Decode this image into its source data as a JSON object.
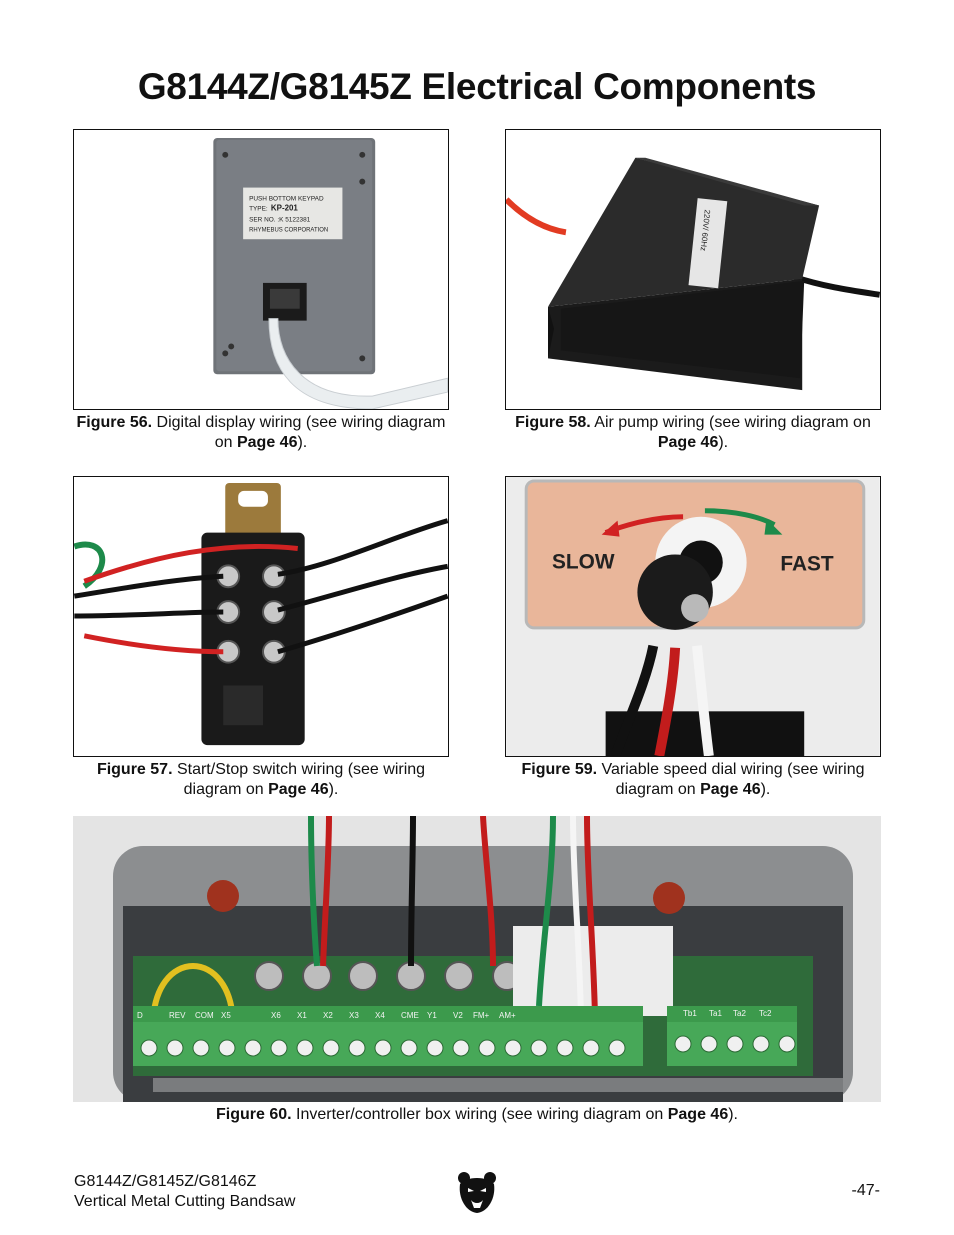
{
  "page_title": "G8144Z/G8145Z Electrical Components",
  "figures": [
    {
      "num": "Figure 56.",
      "text": " Digital display wiring (see wiring diagram on ",
      "page_ref": "Page 46",
      "end": ")."
    },
    {
      "num": "Figure 58.",
      "text": " Air pump wiring (see wiring diagram on ",
      "page_ref": "Page 46",
      "end": ")."
    },
    {
      "num": "Figure 57.",
      "text": " Start/Stop switch wiring (see wiring diagram on ",
      "page_ref": "Page 46",
      "end": ")."
    },
    {
      "num": "Figure 59.",
      "text": " Variable speed dial wiring (see wiring diagram on ",
      "page_ref": "Page 46",
      "end": ")."
    },
    {
      "num": "Figure 60.",
      "text": " Inverter/controller box wiring (see wiring diagram on ",
      "page_ref": "Page 46",
      "end": ")."
    }
  ],
  "photo_text": {
    "keypad_label": [
      "PUSH BOTTOM KEYPAD",
      "TYPE:",
      "KP-201",
      "SER NO. :K 5122381",
      "RHYMEBUS CORPORATION"
    ],
    "pump_label": "220V/ 60Hz",
    "dial_slow": "SLOW",
    "dial_fast": "FAST",
    "terminal_labels": [
      "D",
      "X5",
      "REV",
      "COM",
      "X6",
      "X1",
      "X2",
      "X3",
      "X4",
      "CME",
      "Y1",
      "FM+",
      "AM+",
      "V2",
      "Ta2",
      "Tb1",
      "Ta1",
      "Tc2"
    ]
  },
  "footer": {
    "model": "G8144Z/G8145Z/G8146Z",
    "product": "Vertical Metal Cutting Bandsaw",
    "page_number": "-47-"
  },
  "colors": {
    "text": "#111111",
    "terminal_green": "#3c9a4c",
    "dial_panel": "#e9b69a",
    "wire_red": "#d12222",
    "wire_green": "#1d8a4a"
  }
}
